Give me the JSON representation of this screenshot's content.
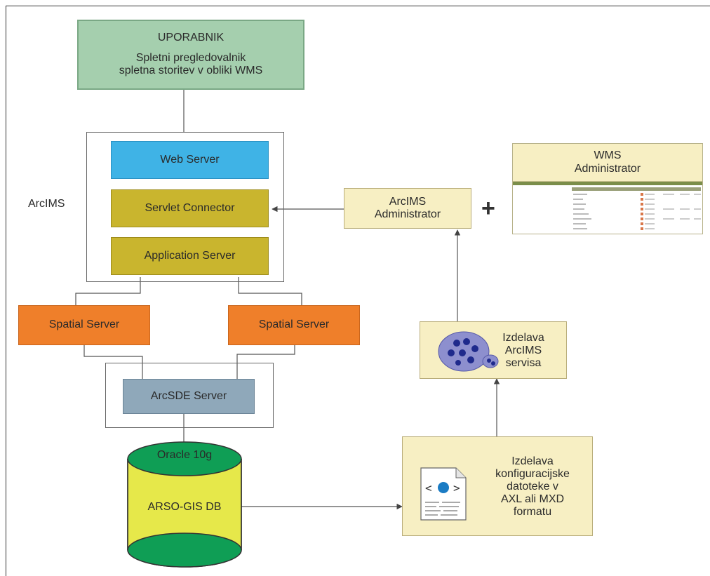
{
  "user_box": {
    "title": "UPORABNIK",
    "line1": "Spletni pregledovalnik",
    "line2": "spletna storitev v obliki WMS"
  },
  "arcims": {
    "label": "ArcIMS",
    "web_server": "Web Server",
    "servlet_connector": "Servlet Connector",
    "application_server": "Application Server"
  },
  "spatial_servers": [
    "Spatial Server",
    "Spatial Server"
  ],
  "arcsde": "ArcSDE Server",
  "database": {
    "top": "Oracle 10g",
    "name": "ARSO-GIS DB"
  },
  "arcims_admin": {
    "line1": "ArcIMS",
    "line2": "Administrator"
  },
  "plus_sign": "+",
  "wms_admin": {
    "line1": "WMS",
    "line2": "Administrator"
  },
  "service_box": {
    "line1": "Izdelava",
    "line2": "ArcIMS",
    "line3": "servisa"
  },
  "config_box": {
    "line1": "Izdelava",
    "line2": "konfiguracijske",
    "line3": "datoteke v",
    "line4": "AXL ali MXD",
    "line5": "formatu"
  },
  "colors": {
    "user_green": "#a5cfae",
    "web_server_blue": "#3fb3e6",
    "connector_olive": "#c9b52e",
    "spatial_orange": "#ef7f2a",
    "arcsde_steel": "#8fa8ba",
    "admin_cream": "#f7efc3",
    "db_green": "#0f9e55",
    "db_yellow": "#e6e84a"
  }
}
